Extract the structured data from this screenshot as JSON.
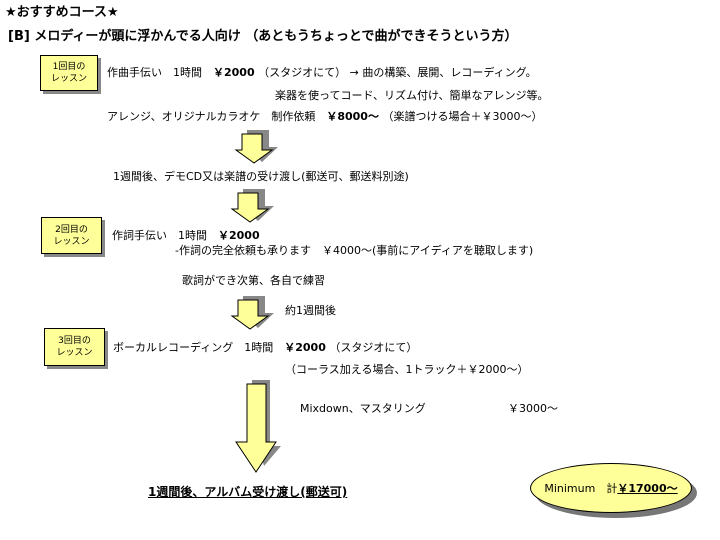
{
  "title": "★おすすめコース★",
  "subtitle": "[B] メロディーが頭に浮かんでる人向け （あともうちょっとで曲ができそうという方）",
  "lesson1": {
    "label_line1": "1回目の",
    "label_line2": "レッスン",
    "line1_a": "作曲手伝い　1時間　",
    "line1_price": "￥2000",
    "line1_b": "（スタジオにて） →  曲の構築、展開、レコーディング。",
    "line2": "楽器を使ってコード、リズム付け、簡単なアレンジ等。",
    "line3_a": "アレンジ、オリジナルカラオケ　制作依頼　",
    "line3_price": "￥8000～",
    "line3_b": "（楽譜つける場合＋￥3000～）"
  },
  "step1_note": "1週間後、デモCD又は楽譜の受け渡し(郵送可、郵送料別途)",
  "lesson2": {
    "label_line1": "2回目の",
    "label_line2": "レッスン",
    "line1_a": "作詞手伝い　1時間　",
    "line1_price": "￥2000",
    "line2": "-作詞の完全依頼も承ります　￥4000～(事前にアイディアを聴取します)"
  },
  "step2_note": "歌詞ができ次第、各自で練習",
  "step2_after": "約1週間後",
  "lesson3": {
    "label_line1": "3回目の",
    "label_line2": "レッスン",
    "line1_a": "ボーカルレコーディング　1時間　",
    "line1_price": "￥2000",
    "line1_b": "（スタジオにて）",
    "line2": "（コーラス加える場合、1トラック＋￥2000～）"
  },
  "mixdown": {
    "label": "Mixdown、マスタリング",
    "price": "￥3000～"
  },
  "final_note": "1週間後、アルバム受け渡し(郵送可)",
  "total": {
    "prefix": "Minimum　計",
    "amount": "￥17000～"
  },
  "colors": {
    "fill": "#ffff99",
    "shadow": "#888888"
  }
}
